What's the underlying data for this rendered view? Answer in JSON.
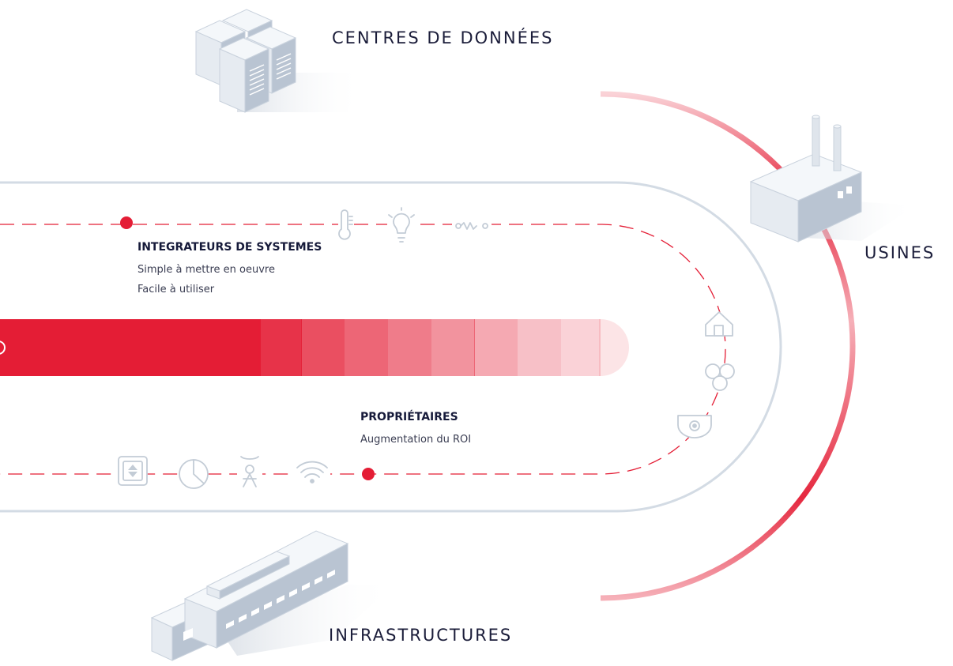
{
  "segments": {
    "data_centers": "CENTRES DE DONNÉES",
    "factories": "USINES",
    "infrastructure": "INFRASTRUCTURES"
  },
  "integrators": {
    "title": "INTEGRATEURS DE SYSTEMES",
    "lines": [
      "Simple à mettre en oeuvre",
      "Facile à utiliser"
    ]
  },
  "owners": {
    "title": "PROPRIÉTAIRES",
    "lines": [
      "Augmentation du ROI"
    ]
  },
  "colors": {
    "accent": "#e41d35",
    "track": "#d3dbe4",
    "icon": "#c3ccd6",
    "text": "#1b1d3a"
  },
  "icons": [
    "thermometer-icon",
    "lightbulb-icon",
    "resistor-icon",
    "home-icon",
    "valves-icon",
    "camera-icon",
    "elevator-icon",
    "gauge-icon",
    "person-signal-icon",
    "wifi-icon"
  ]
}
